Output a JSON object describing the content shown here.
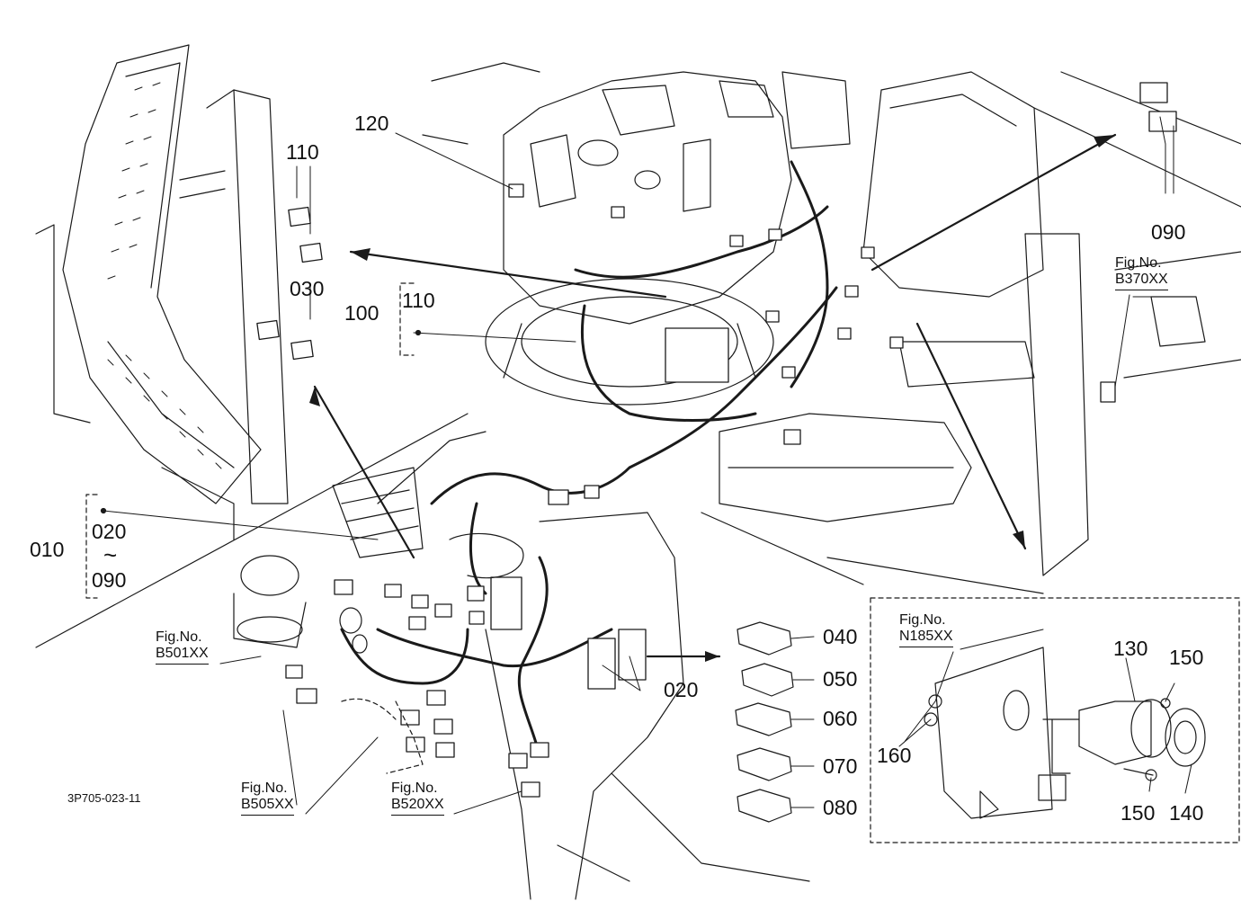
{
  "document_id": "3P705-023-11",
  "figure_refs": [
    {
      "id": "b370",
      "caption": "Fig.No.",
      "number": "B370XX"
    },
    {
      "id": "b501",
      "caption": "Fig.No.",
      "number": "B501XX"
    },
    {
      "id": "b505",
      "caption": "Fig.No.",
      "number": "B505XX"
    },
    {
      "id": "b520",
      "caption": "Fig.No.",
      "number": "B520XX"
    },
    {
      "id": "n185",
      "caption": "Fig.No.",
      "number": "N185XX"
    }
  ],
  "part_labels": {
    "p010": "010",
    "p020_range_start": "020",
    "range_tilde": "~",
    "p090_range_end": "090",
    "p020": "020",
    "p030": "030",
    "p040": "040",
    "p050": "050",
    "p060": "060",
    "p070": "070",
    "p080": "080",
    "p090": "090",
    "p100": "100",
    "p110_top": "110",
    "p110_group": "110",
    "p120": "120",
    "p130": "130",
    "p140": "140",
    "p150_top": "150",
    "p150_bottom": "150",
    "p160": "160"
  },
  "colors": {
    "line": "#1a1a1a",
    "paper": "#ffffff"
  }
}
